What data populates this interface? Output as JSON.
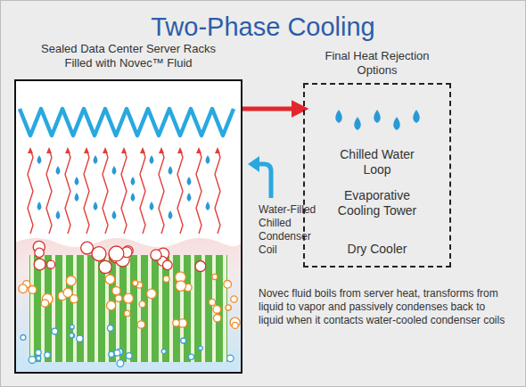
{
  "diagram": {
    "title": "Two-Phase Cooling",
    "nodes": [
      {
        "text": [
          "Sealed Data Center Server Racks Filled with Novec™ Fluid"
        ]
      },
      {
        "text": [
          "Final Heat Rejection Options",
          "Chilled Water Loop",
          "Evaporative Cooling Tower",
          "Dry Cooler"
        ]
      }
    ],
    "edges": [
      {
        "from": 0,
        "to": 1,
        "arrow": "to"
      }
    ],
    "labels": [
      "Water-Filled Chilled Condenser Coil",
      "Novec fluid boils from server heat, transforms from liquid to vapor and passively condenses back to liquid when it contacts water-cooled condenser coils"
    ]
  }
}
